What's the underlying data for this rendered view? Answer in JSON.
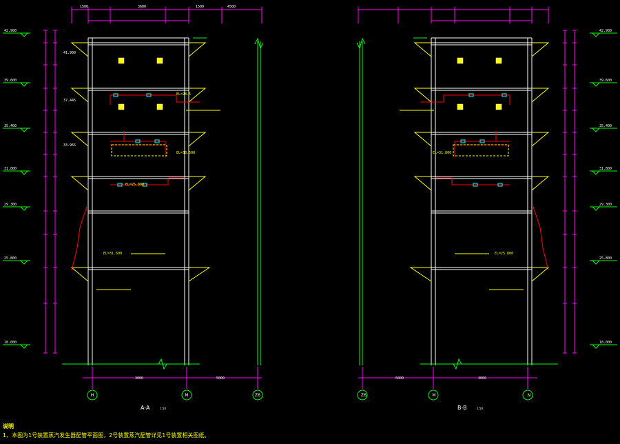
{
  "colors": {
    "background": "#000000",
    "structure": "#ffffff",
    "wall": "#ffff00",
    "dimension": "#ff00ff",
    "grid": "#00ff00",
    "pipe": "#ff0000",
    "pipe_alt": "#00ffff",
    "leader": "#ffff00"
  },
  "section_left": {
    "title": "A-A",
    "scale": "1:50",
    "axes": [
      "H",
      "M",
      "Z6"
    ],
    "bottom_dims": [
      "3000",
      "5000"
    ],
    "top_dims": [
      "1500",
      "3600",
      "1500",
      "4500"
    ],
    "elevation_labels": [
      "42.900",
      "39.600",
      "35.400",
      "31.800",
      "29.300",
      "25.800",
      "18.000"
    ],
    "level_notes": [
      "41.900",
      "37.445",
      "33.965"
    ],
    "callouts": [
      "EL=38.500",
      "EL=31.600",
      "EL=25.800",
      "EL=28.5"
    ]
  },
  "section_right": {
    "title": "B-B",
    "scale": "1:50",
    "axes": [
      "Z6",
      "M",
      "N"
    ],
    "bottom_dims": [
      "5000",
      "3000"
    ],
    "elevation_labels": [
      "42.900",
      "39.600",
      "35.400",
      "31.800",
      "29.300",
      "25.800",
      "18.000"
    ],
    "callouts": [
      "EL=31.800",
      "EL=25.800"
    ]
  },
  "notes": {
    "heading": "说明",
    "line1": "1、本图为1号装置蒸汽发生器配管平面图，2号装置蒸汽配管详见1号装置相关图纸。"
  }
}
